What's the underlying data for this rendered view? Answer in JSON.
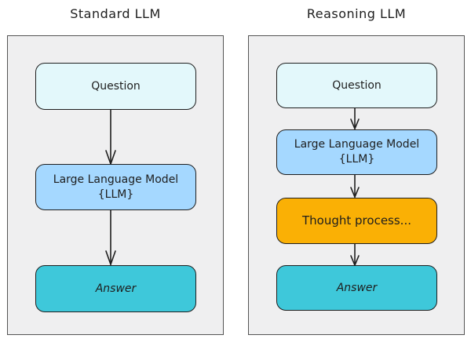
{
  "diagrams": [
    {
      "title": "Standard LLM",
      "steps": [
        {
          "label": "Question",
          "type": "question"
        },
        {
          "label": "Large Language Model",
          "sublabel": "{LLM}",
          "type": "llm"
        },
        {
          "label": "Answer",
          "type": "answer"
        }
      ]
    },
    {
      "title": "Reasoning LLM",
      "steps": [
        {
          "label": "Question",
          "type": "question"
        },
        {
          "label": "Large Language Model",
          "sublabel": "{LLM}",
          "type": "llm"
        },
        {
          "label": "Thought process...",
          "type": "thought"
        },
        {
          "label": "Answer",
          "type": "answer"
        }
      ]
    }
  ],
  "colors": {
    "question": "#e3f8fb",
    "llm": "#a5d8ff",
    "thought": "#fab005",
    "answer": "#3ec8da",
    "panel": "#efeff0"
  }
}
